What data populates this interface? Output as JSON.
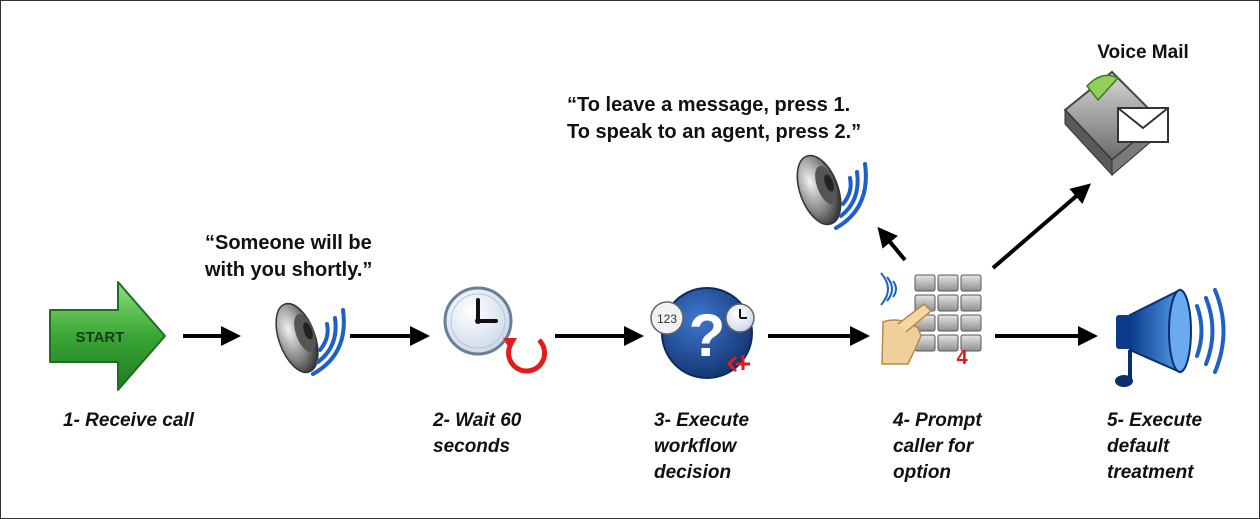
{
  "start_label": "START",
  "quotes": {
    "greeting": "“Someone will be\nwith you shortly.”",
    "menu": "“To leave a message, press 1.\nTo speak to an agent, press 2.”"
  },
  "voice_mail_label": "Voice Mail",
  "keypad_digit": "4",
  "steps": [
    {
      "label": "1- Receive call"
    },
    {
      "label": "2- Wait 60\nseconds"
    },
    {
      "label": "3- Execute\nworkflow\ndecision"
    },
    {
      "label": "4- Prompt\ncaller for\noption"
    },
    {
      "label": "5- Execute\ndefault\ntreatment"
    }
  ],
  "colors": {
    "arrow_start": "#3aa636",
    "speaker_waves": "#1f5fc8",
    "workflow_circle": "#1e4d9a",
    "refresh_arc": "#e21b1b",
    "megaphone": "#1f6fd0",
    "connector": "#000000"
  }
}
